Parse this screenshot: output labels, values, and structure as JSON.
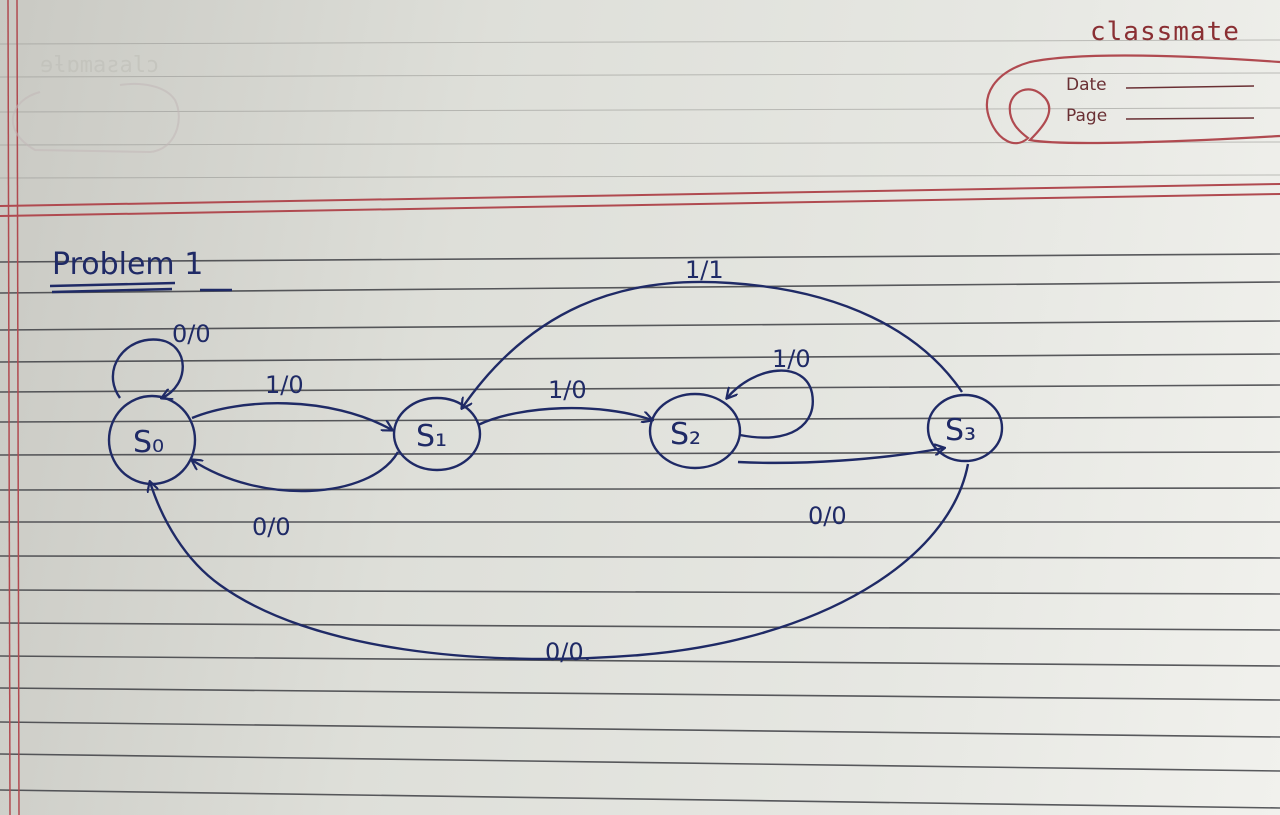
{
  "header": {
    "brand": "classmate",
    "date_label": "Date",
    "page_label": "Page"
  },
  "title": "Problem 1",
  "diagram": {
    "states": [
      "S₀",
      "S₁",
      "S₂",
      "S₃"
    ],
    "transitions": [
      {
        "from": "S₀",
        "to": "S₀",
        "label": "0/0"
      },
      {
        "from": "S₀",
        "to": "S₁",
        "label": "1/0"
      },
      {
        "from": "S₁",
        "to": "S₀",
        "label": "0/0"
      },
      {
        "from": "S₁",
        "to": "S₂",
        "label": "1/0"
      },
      {
        "from": "S₂",
        "to": "S₂",
        "label": "1/0"
      },
      {
        "from": "S₂",
        "to": "S₃",
        "label": "0/0"
      },
      {
        "from": "S₃",
        "to": "S₁",
        "label": "1/1"
      },
      {
        "from": "S₃",
        "to": "S₀",
        "label": "0/0."
      }
    ]
  },
  "colors": {
    "ink": "#1f2a66",
    "ruled_line": "#3e3f44",
    "margin_line": "#b04a50",
    "brand": "#8a2f33"
  }
}
